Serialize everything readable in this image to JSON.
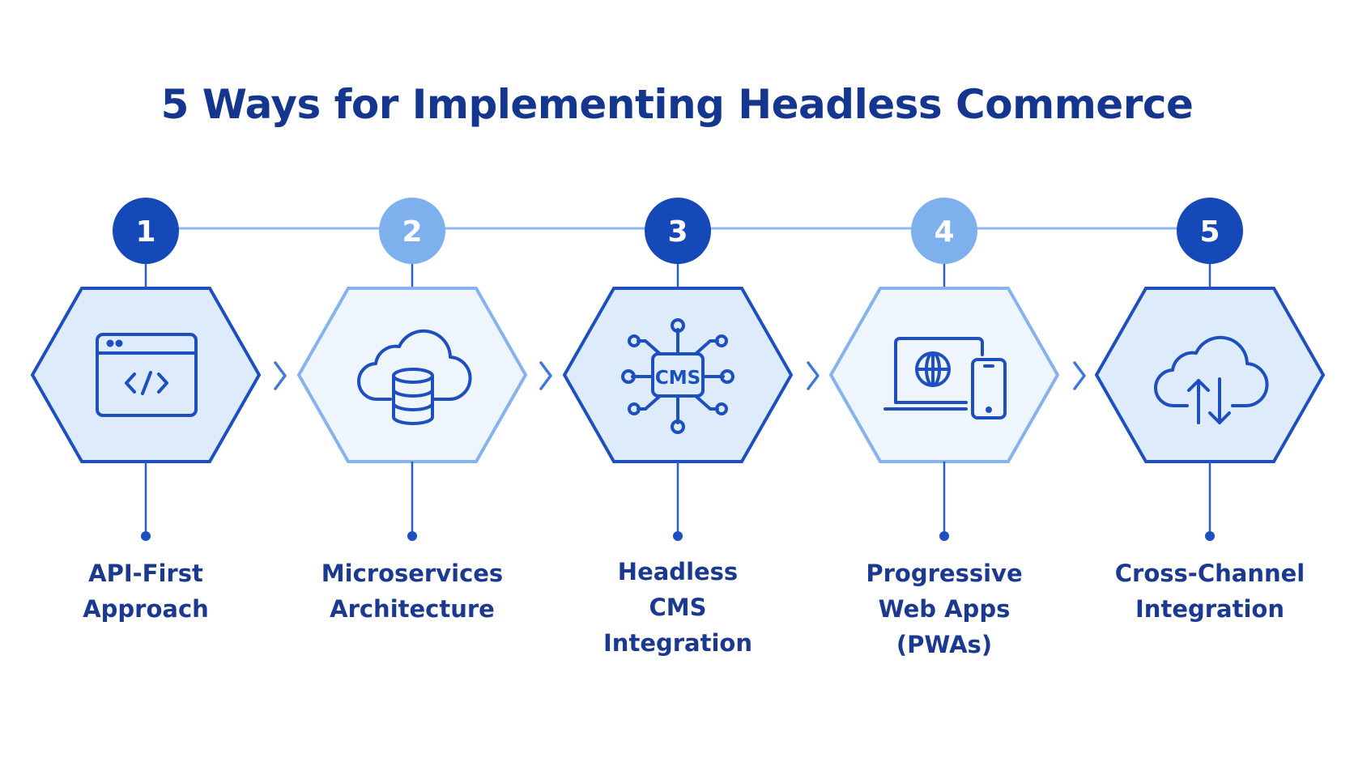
{
  "title": "5 Ways for Implementing Headless Commerce",
  "colors": {
    "dark_blue": "#1549b8",
    "light_blue": "#7fb0ee",
    "title": "#14368f",
    "label": "#1b3a8f"
  },
  "steps": [
    {
      "number": "1",
      "badge_style": "dark",
      "icon": "code-window-icon",
      "label_lines": [
        "API-First",
        "Approach"
      ]
    },
    {
      "number": "2",
      "badge_style": "light",
      "icon": "cloud-database-icon",
      "label_lines": [
        "Microservices",
        "Architecture"
      ]
    },
    {
      "number": "3",
      "badge_style": "dark",
      "icon": "cms-network-icon",
      "icon_text": "CMS",
      "label_lines": [
        "Headless",
        "CMS",
        "Integration"
      ]
    },
    {
      "number": "4",
      "badge_style": "light",
      "icon": "laptop-phone-globe-icon",
      "label_lines": [
        "Progressive",
        "Web Apps",
        "(PWAs)"
      ]
    },
    {
      "number": "5",
      "badge_style": "dark",
      "icon": "cloud-sync-icon",
      "label_lines": [
        "Cross-Channel",
        "Integration"
      ]
    }
  ]
}
